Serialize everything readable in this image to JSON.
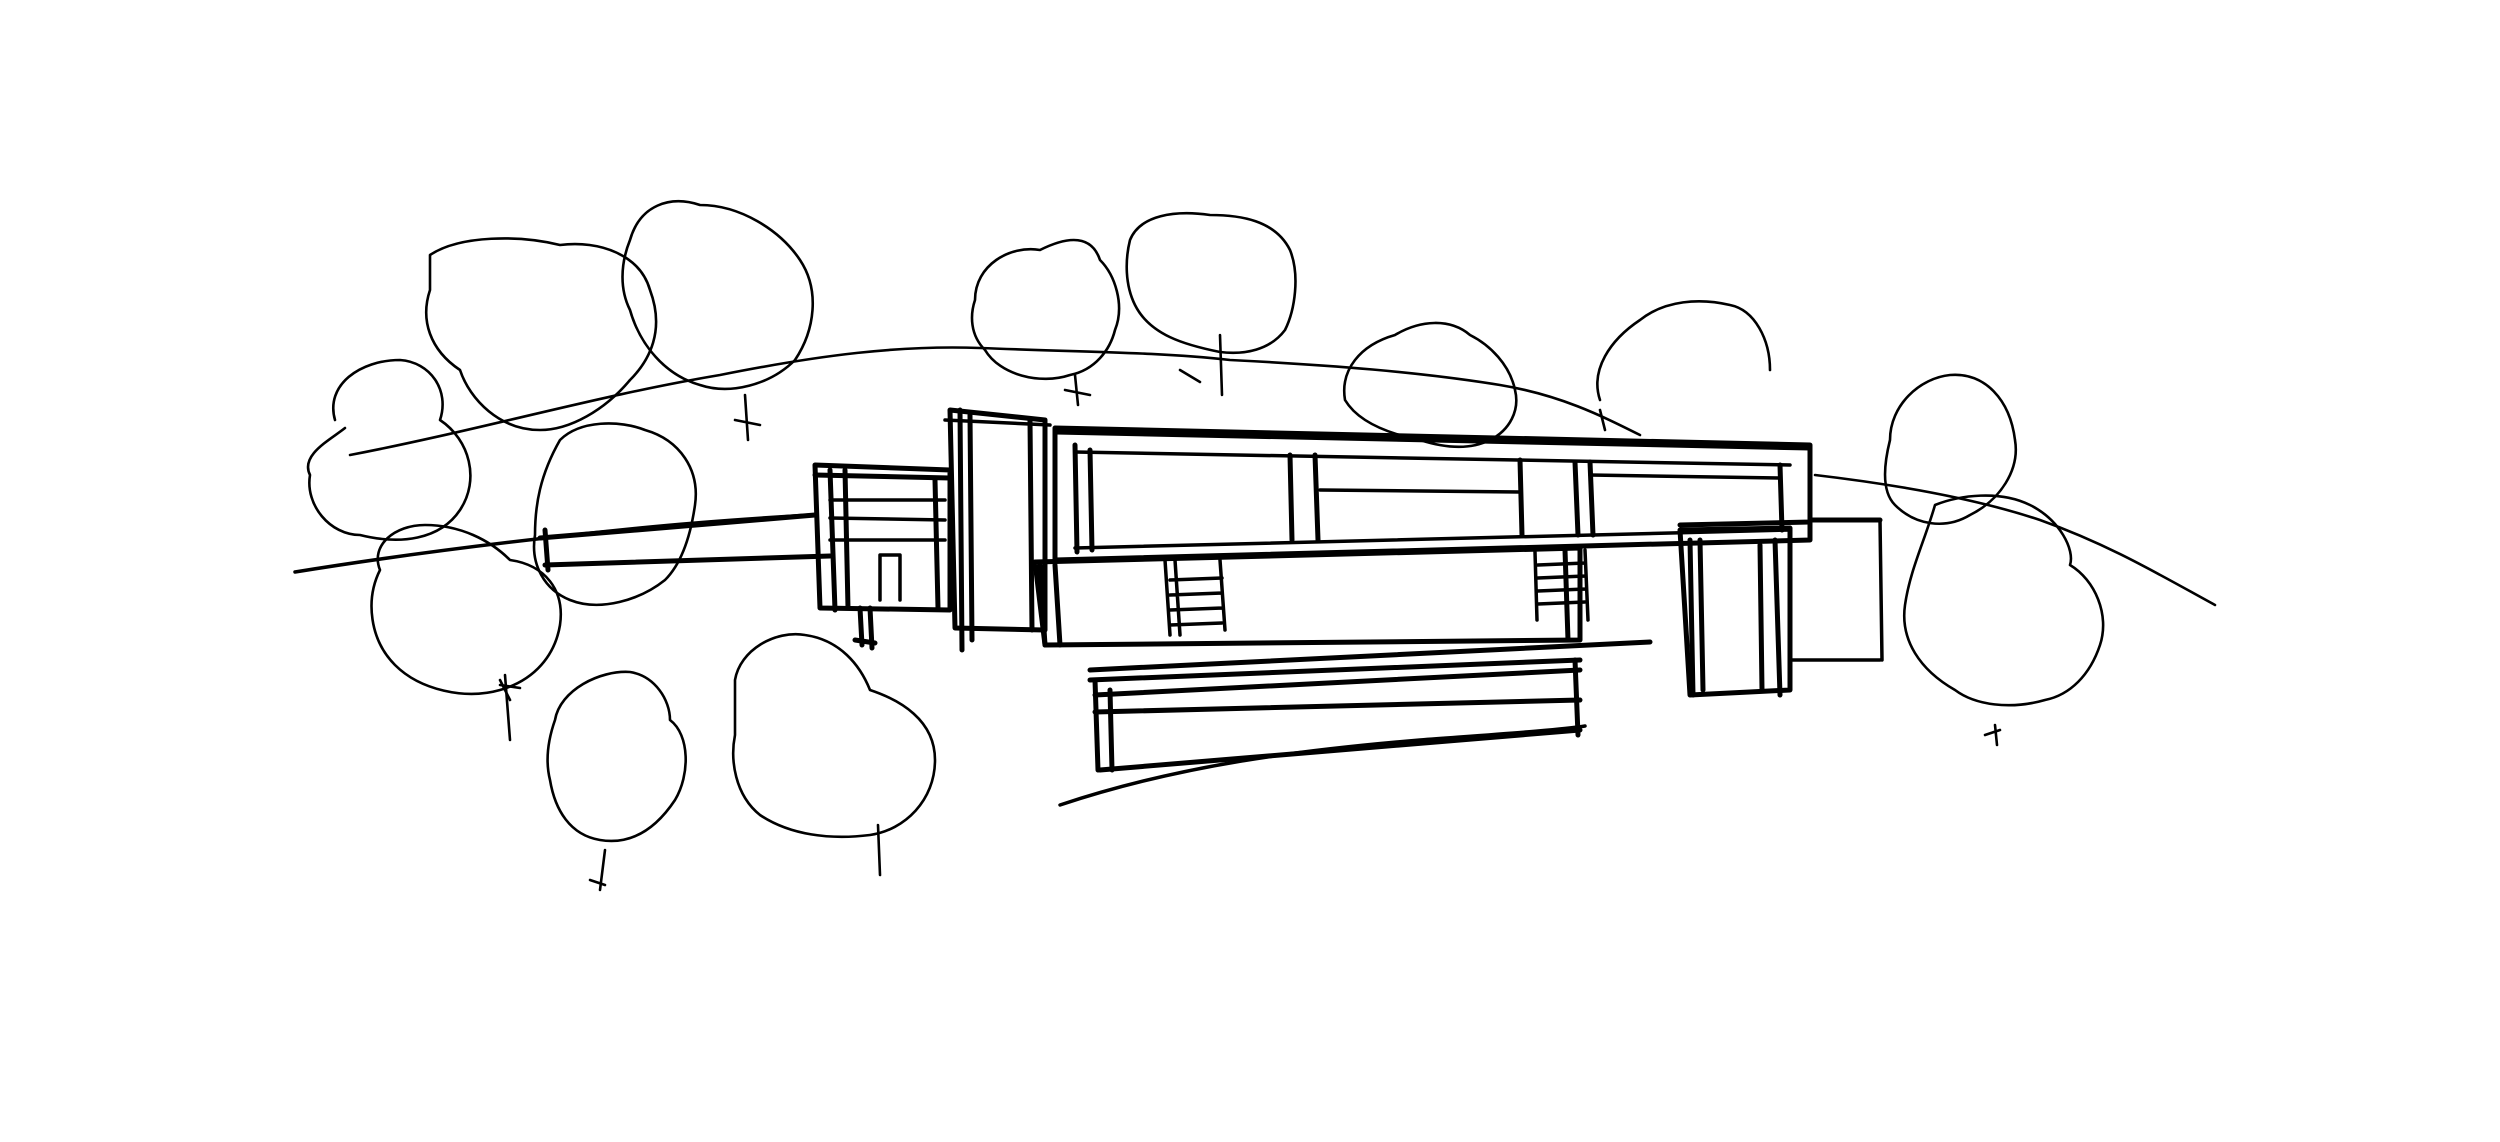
{
  "drawing": {
    "subject": "",
    "ink_color": "#000000",
    "paper_color": "#ffffff",
    "style": "freehand pen sketch",
    "trees": {
      "count": 14
    },
    "house": {
      "levels": 2
    }
  }
}
